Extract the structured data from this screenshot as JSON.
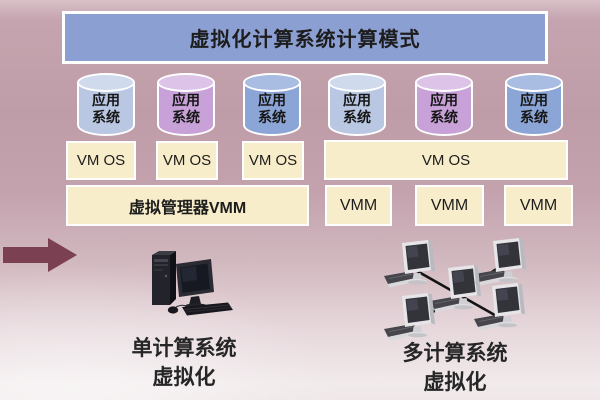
{
  "title": {
    "label": "虚拟化计算系统计算模式"
  },
  "cylinders": [
    {
      "line1": "应用",
      "line2": "系统",
      "variant": "light-blue"
    },
    {
      "line1": "应用",
      "line2": "系统",
      "variant": "purple"
    },
    {
      "line1": "应用",
      "line2": "系统",
      "variant": "blue"
    },
    {
      "line1": "应用",
      "line2": "系统",
      "variant": "light-blue"
    },
    {
      "line1": "应用",
      "line2": "系统",
      "variant": "purple"
    },
    {
      "line1": "应用",
      "line2": "系统",
      "variant": "blue"
    }
  ],
  "left_group": {
    "vm_os_labels": [
      "VM OS",
      "VM OS",
      "VM OS"
    ],
    "vmm_label": "虚拟管理器VMM",
    "caption": {
      "line1": "单计算系统",
      "line2": "虚拟化"
    }
  },
  "right_group": {
    "vm_os_label": "VM OS",
    "vmm_labels": [
      "VMM",
      "VMM",
      "VMM"
    ],
    "caption": {
      "line1": "多计算系统",
      "line2": "虚拟化"
    }
  },
  "icons": {
    "arrow": "right-arrow-icon",
    "single_pc": "desktop-computer-icon",
    "network_pcs": "networked-computers-icon"
  },
  "colors": {
    "background_top": "#bf9da8",
    "background_bottom": "#f1eaeb",
    "title_box": "#8c9fd2",
    "layer_box": "#f8edca",
    "box_border": "#ffffff",
    "arrow": "#7b4052",
    "text": "#1d1d1d",
    "cylinder_light_blue": "#b9c7e2",
    "cylinder_light_blue_top": "#cfdaed",
    "cylinder_purple": "#c7a1d7",
    "cylinder_purple_top": "#dcc3e7",
    "cylinder_blue": "#8ba5d6",
    "cylinder_blue_top": "#a9bce2"
  }
}
